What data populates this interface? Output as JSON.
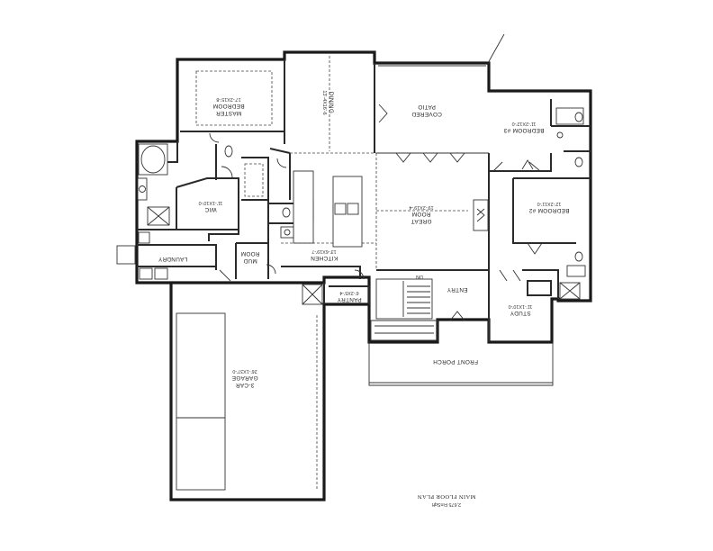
{
  "plan_title": "MAIN FLOOR PLAN",
  "plan_area": "2,675 FinSqft",
  "rooms": [
    {
      "id": "master",
      "name": "MASTER BEDROOM",
      "line1": "MASTER",
      "line2": "BEDROOM",
      "dim": "17'-2X15'-8"
    },
    {
      "id": "dining",
      "name": "DINING",
      "line1": "DINING",
      "line2": "",
      "dim": "13'-4X16'-6"
    },
    {
      "id": "covered_patio",
      "name": "COVERED PATIO",
      "line1": "COVERED",
      "line2": "PATIO",
      "dim": ""
    },
    {
      "id": "bedroom3",
      "name": "BEDROOM #3",
      "line1": "BEDROOM #3",
      "line2": "",
      "dim": "11'-2X12'-0"
    },
    {
      "id": "wic",
      "name": "WIC",
      "line1": "WIC",
      "line2": "",
      "dim": "11'-1X10'-0"
    },
    {
      "id": "great_room",
      "name": "GREAT ROOM",
      "line1": "GREAT",
      "line2": "ROOM",
      "dim": "19'-2X19'-4"
    },
    {
      "id": "bedroom2",
      "name": "BEDROOM #2",
      "line1": "BEDROOM #2",
      "line2": "",
      "dim": "12'-2X11'-0"
    },
    {
      "id": "mud_room",
      "name": "MUD ROOM",
      "line1": "MUD",
      "line2": "ROOM",
      "dim": ""
    },
    {
      "id": "kitchen",
      "name": "KITCHEN",
      "line1": "KITCHEN",
      "line2": "",
      "dim": "13'-6X19'-7"
    },
    {
      "id": "laundry",
      "name": "LAUNDRY",
      "line1": "LAUNDRY",
      "line2": "",
      "dim": ""
    },
    {
      "id": "pantry",
      "name": "PANTRY",
      "line1": "PANTRY",
      "line2": "",
      "dim": "6'-2X5'-4"
    },
    {
      "id": "entry",
      "name": "ENTRY",
      "line1": "ENTRY",
      "line2": "",
      "dim": ""
    },
    {
      "id": "study",
      "name": "STUDY",
      "line1": "STUDY",
      "line2": "",
      "dim": "11'-1X10'-0"
    },
    {
      "id": "front_porch",
      "name": "FRONT PORCH",
      "line1": "FRONT PORCH",
      "line2": "",
      "dim": ""
    },
    {
      "id": "garage",
      "name": "3-CAR GARAGE",
      "line1": "3-CAR",
      "line2": "GARAGE",
      "dim": "26'-1X37'-0"
    }
  ],
  "stair_note": "DN"
}
